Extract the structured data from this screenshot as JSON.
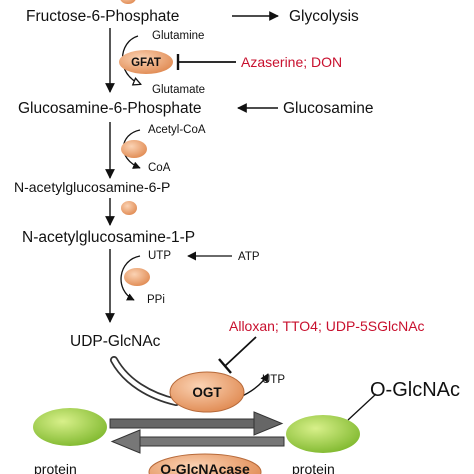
{
  "pathway": {
    "fructose6p": "Fructose-6-Phosphate",
    "glycolysis": "Glycolysis",
    "glutamine": "Glutamine",
    "gfat": "GFAT",
    "gfat_inhibitors": "Azaserine; DON",
    "glutamate": "Glutamate",
    "glucosamine6p": "Glucosamine-6-Phosphate",
    "glucosamine": "Glucosamine",
    "acetyl_coa": "Acetyl-CoA",
    "coa": "CoA",
    "glcnac6p": "N-acetylglucosamine-6-P",
    "glcnac1p": "N-acetylglucosamine-1-P",
    "utp_in": "UTP",
    "atp": "ATP",
    "ppi": "PPi",
    "udp_glcnac": "UDP-GlcNAc",
    "ogt_inhibitors": "Alloxan; TTO4; UDP-5SGlcNAc",
    "utp_out": "UTP",
    "ogt": "OGT",
    "o_glcnac": "O-GlcNAc",
    "o_glcnacase": "O-GlcNAcase",
    "protein_left": "protein",
    "protein_right": "protein"
  },
  "colors": {
    "enzyme": "#f0a070",
    "protein": "#8cc63e",
    "inhibitor_text": "#c8102e",
    "arrow": "#111111",
    "cycle_arrow": "#777777"
  }
}
